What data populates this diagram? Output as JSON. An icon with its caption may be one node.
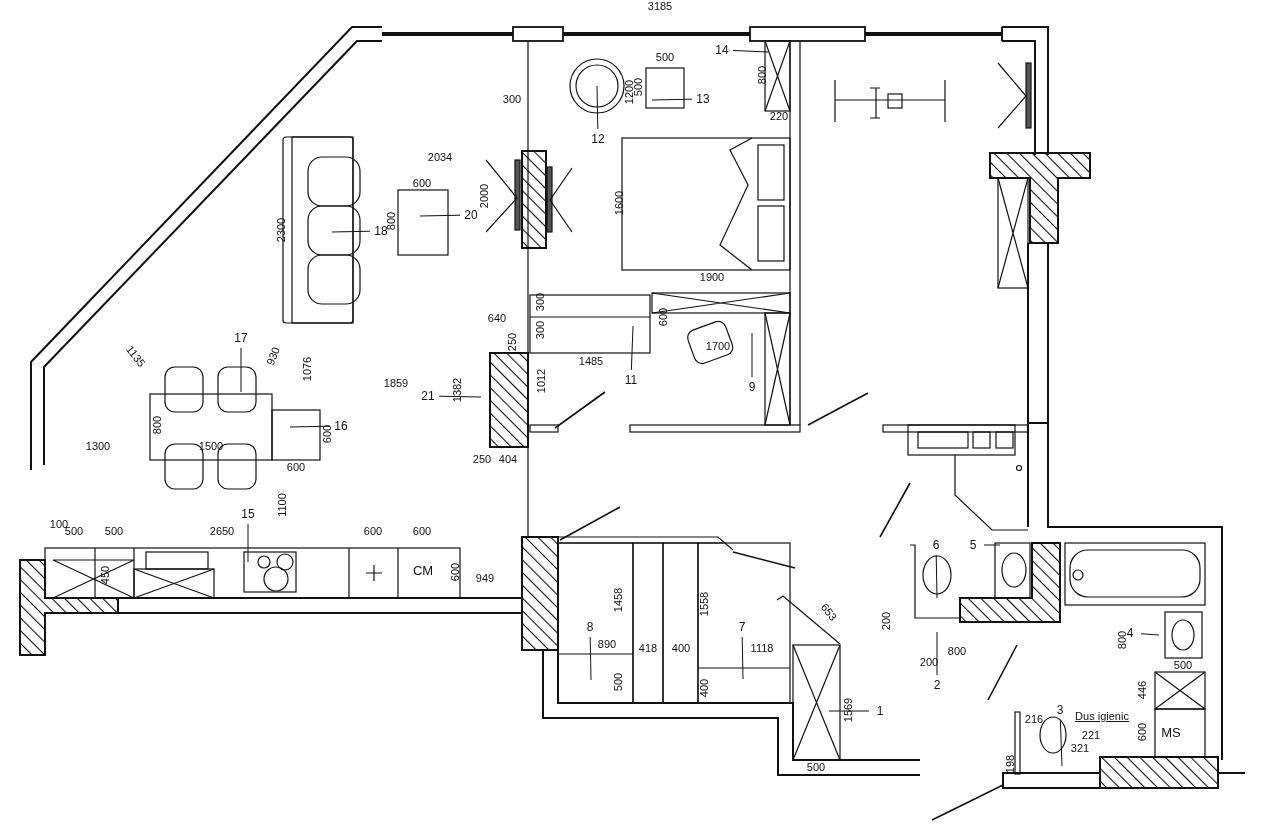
{
  "diagram": {
    "nodes": [
      {
        "text": [
          "14"
        ]
      },
      {
        "text": [
          "13"
        ]
      },
      {
        "text": [
          "12"
        ]
      },
      {
        "text": [
          "20"
        ]
      },
      {
        "text": [
          "18"
        ]
      },
      {
        "text": [
          "17"
        ]
      },
      {
        "text": [
          "11"
        ]
      },
      {
        "text": [
          "9"
        ]
      },
      {
        "text": [
          "21"
        ]
      },
      {
        "text": [
          "16"
        ]
      },
      {
        "text": [
          "15"
        ]
      },
      {
        "text": [
          "6"
        ]
      },
      {
        "text": [
          "5"
        ]
      },
      {
        "text": [
          "8"
        ]
      },
      {
        "text": [
          "7"
        ]
      },
      {
        "text": [
          "4"
        ]
      },
      {
        "text": [
          "2"
        ]
      },
      {
        "text": [
          "1"
        ]
      },
      {
        "text": [
          "3"
        ]
      }
    ],
    "edges": [
      {
        "from": 0,
        "to": null,
        "arrow": "none"
      },
      {
        "from": 1,
        "to": null,
        "arrow": "none"
      },
      {
        "from": 2,
        "to": null,
        "arrow": "none"
      },
      {
        "from": 3,
        "to": null,
        "arrow": "none"
      },
      {
        "from": 4,
        "to": null,
        "arrow": "none"
      },
      {
        "from": 5,
        "to": null,
        "arrow": "none"
      },
      {
        "from": 6,
        "to": null,
        "arrow": "none"
      },
      {
        "from": 7,
        "to": null,
        "arrow": "none"
      },
      {
        "from": 8,
        "to": null,
        "arrow": "none"
      },
      {
        "from": 9,
        "to": null,
        "arrow": "none"
      },
      {
        "from": 10,
        "to": null,
        "arrow": "none"
      },
      {
        "from": 11,
        "to": null,
        "arrow": "none"
      },
      {
        "from": 12,
        "to": null,
        "arrow": "none"
      },
      {
        "from": 13,
        "to": null,
        "arrow": "none"
      },
      {
        "from": 14,
        "to": null,
        "arrow": "none"
      },
      {
        "from": 15,
        "to": null,
        "arrow": "none"
      },
      {
        "from": 16,
        "to": null,
        "arrow": "none"
      },
      {
        "from": 17,
        "to": null,
        "arrow": "none"
      },
      {
        "from": 18,
        "to": null,
        "arrow": "none"
      }
    ],
    "labels": [
      "3185",
      "500",
      "800",
      "1200",
      "500",
      "300",
      "220",
      "2034",
      "600",
      "800",
      "2000",
      "2300",
      "1600",
      "1900",
      "300",
      "640",
      "600",
      "300",
      "1135",
      "930",
      "250",
      "1485",
      "1700",
      "1076",
      "1859",
      "1382",
      "1012",
      "800",
      "600",
      "1300",
      "1500",
      "600",
      "250",
      "404",
      "1100",
      "100",
      "500",
      "500",
      "2650",
      "600",
      "600",
      "450",
      "CM",
      "600",
      "949",
      "653",
      "1458",
      "1558",
      "200",
      "800",
      "890",
      "418",
      "400",
      "1118",
      "800",
      "200",
      "500",
      "500",
      "400",
      "446",
      "1569",
      "216",
      "Dus igienic",
      "221",
      "600",
      "MS",
      "321",
      "198",
      "500"
    ]
  }
}
